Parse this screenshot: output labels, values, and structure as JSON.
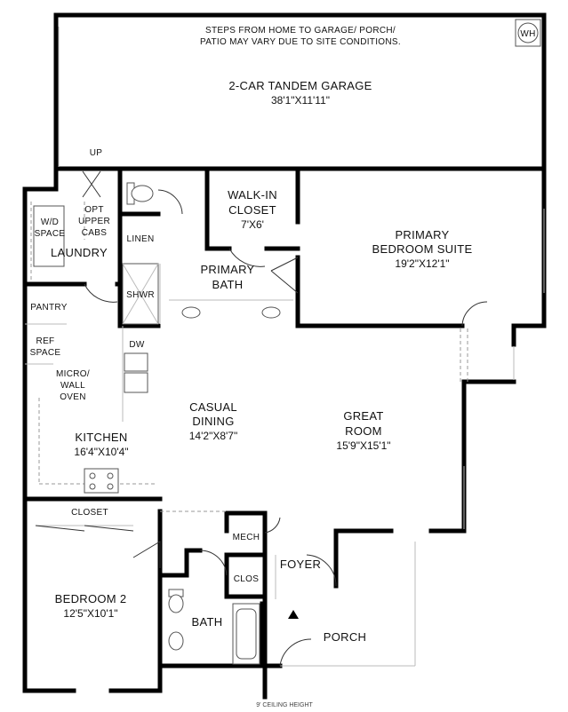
{
  "labels": {
    "note_line1": "STEPS FROM HOME TO GARAGE/ PORCH/",
    "note_line2": "PATIO MAY VARY DUE TO SITE CONDITIONS.",
    "wh": "WH",
    "garage_name": "2-CAR TANDEM GARAGE",
    "garage_dim": "38'1\"X11'11\"",
    "up": "UP",
    "walkin_line1": "WALK-IN",
    "walkin_line2": "CLOSET",
    "walkin_dim": "7'X6'",
    "primary_suite_line1": "PRIMARY",
    "primary_suite_line2": "BEDROOM SUITE",
    "primary_suite_dim": "19'2\"X12'1\"",
    "wd_line1": "W/D",
    "wd_line2": "SPACE",
    "opt_line1": "OPT",
    "opt_line2": "UPPER",
    "opt_line3": "CABS",
    "laundry": "LAUNDRY",
    "linen": "LINEN",
    "primary_bath_line1": "PRIMARY",
    "primary_bath_line2": "BATH",
    "shwr": "SHWR",
    "pantry": "PANTRY",
    "dw": "DW",
    "ref_line1": "REF",
    "ref_line2": "SPACE",
    "micro_line1": "MICRO/",
    "micro_line2": "WALL",
    "micro_line3": "OVEN",
    "casual_line1": "CASUAL",
    "casual_line2": "DINING",
    "casual_dim": "14'2\"X8'7\"",
    "great_line1": "GREAT",
    "great_line2": "ROOM",
    "great_dim": "15'9\"X15'1\"",
    "kitchen_name": "KITCHEN",
    "kitchen_dim": "16'4\"X10'4\"",
    "closet": "CLOSET",
    "mech": "MECH",
    "foyer": "FOYER",
    "clos": "CLOS",
    "bedroom2_name": "BEDROOM 2",
    "bedroom2_dim": "12'5\"X10'1\"",
    "bath": "BATH",
    "porch": "PORCH",
    "ceiling": "9' CEILING HEIGHT"
  }
}
